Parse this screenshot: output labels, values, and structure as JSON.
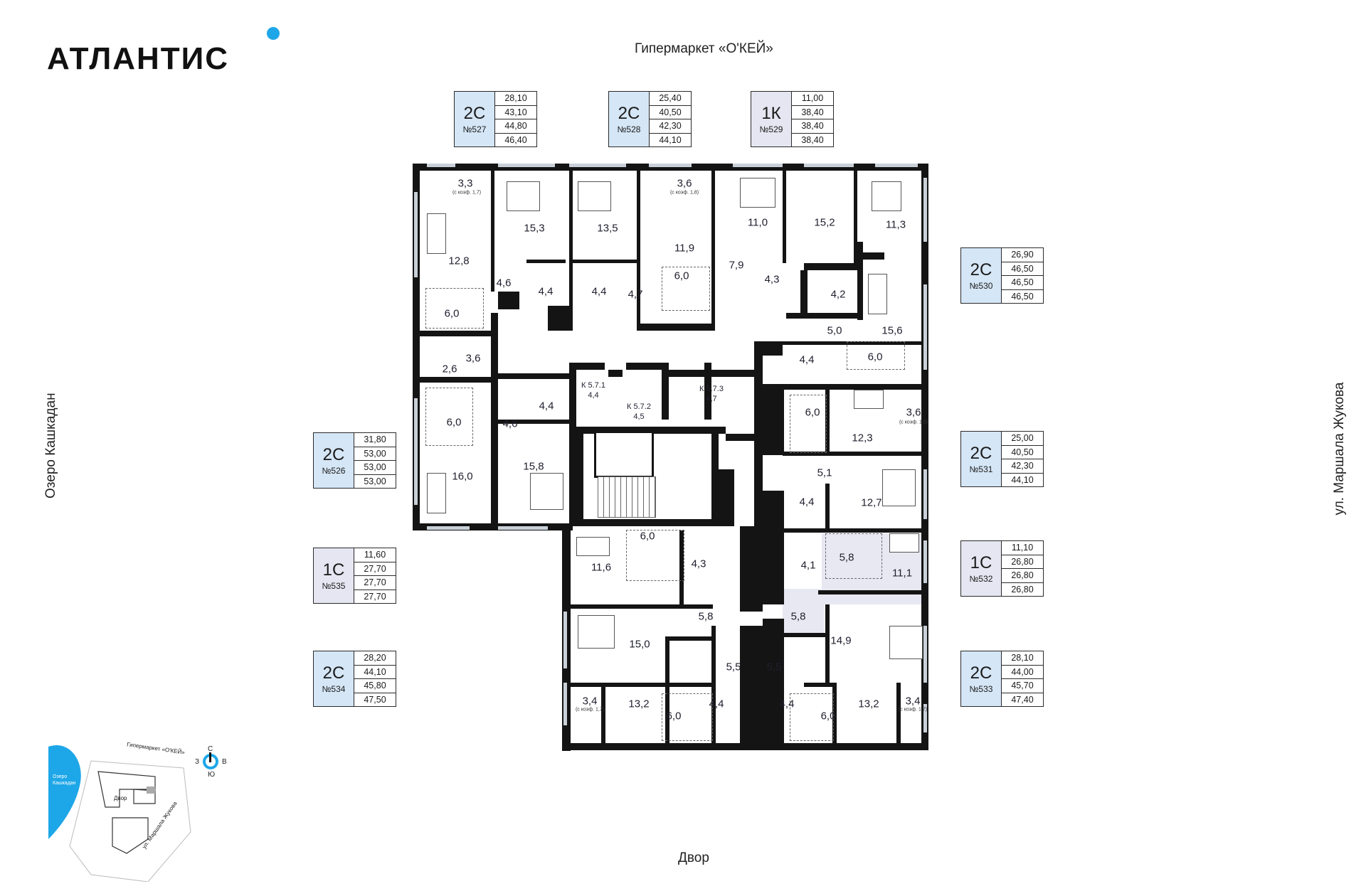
{
  "brand": {
    "name": "АТЛАНТИС"
  },
  "labels": {
    "top": "Гипермаркет «О'КЕЙ»",
    "bottom": "Двор",
    "left": "Озеро Кашкадан",
    "right": "ул. Маршала Жукова"
  },
  "apartments": [
    {
      "type": "2С",
      "number": "№527",
      "areas": [
        "28,10",
        "43,10",
        "44,80",
        "46,40"
      ]
    },
    {
      "type": "2С",
      "number": "№528",
      "areas": [
        "25,40",
        "40,50",
        "42,30",
        "44,10"
      ]
    },
    {
      "type": "1К",
      "number": "№529",
      "areas": [
        "11,00",
        "38,40",
        "38,40",
        "38,40"
      ]
    },
    {
      "type": "2С",
      "number": "№530",
      "areas": [
        "26,90",
        "46,50",
        "46,50",
        "46,50"
      ]
    },
    {
      "type": "2С",
      "number": "№531",
      "areas": [
        "25,00",
        "40,50",
        "42,30",
        "44,10"
      ]
    },
    {
      "type": "1С",
      "number": "№532",
      "areas": [
        "11,10",
        "26,80",
        "26,80",
        "26,80"
      ]
    },
    {
      "type": "2С",
      "number": "№533",
      "areas": [
        "28,10",
        "44,00",
        "45,70",
        "47,40"
      ]
    },
    {
      "type": "2С",
      "number": "№534",
      "areas": [
        "28,20",
        "44,10",
        "45,80",
        "47,50"
      ]
    },
    {
      "type": "1С",
      "number": "№535",
      "areas": [
        "11,60",
        "27,70",
        "27,70",
        "27,70"
      ]
    },
    {
      "type": "2С",
      "number": "№526",
      "areas": [
        "31,80",
        "53,00",
        "53,00",
        "53,00"
      ]
    }
  ],
  "rooms": [
    "3,3",
    "15,3",
    "13,5",
    "3,6",
    "11,0",
    "15,2",
    "11,3",
    "12,8",
    "11,9",
    "4,6",
    "4,4",
    "4,4",
    "4,7",
    "6,0",
    "7,9",
    "4,3",
    "4,2",
    "6,0",
    "5,0",
    "15,6",
    "4,4",
    "6,0",
    "2,6",
    "3,6",
    "6,0",
    "4,4",
    "4,6",
    "15,8",
    "16,0",
    "6,0",
    "12,3",
    "3,6",
    "5,1",
    "4,4",
    "12,7",
    "6,0",
    "11,6",
    "4,3",
    "4,1",
    "5,8",
    "11,1",
    "5,8",
    "5,8",
    "15,0",
    "14,9",
    "5,5",
    "5,5",
    "3,4",
    "13,2",
    "6,0",
    "4,4",
    "4,4",
    "6,0",
    "13,2",
    "3,4"
  ],
  "room_notes": [
    "(с коэф. 1,7)",
    "(с коэф. 1,8)",
    "(с коэф. 1,8)",
    "(с коэф. 1,7)",
    "(с коэф. 1,7)"
  ],
  "corridors": [
    {
      "id": "К 5.7.1",
      "area": "4,4"
    },
    {
      "id": "К 5.7.2",
      "area": "4,5"
    },
    {
      "id": "К 5.7.3",
      "area": "4,7"
    }
  ],
  "minimap": {
    "hypermarket": "Гипермаркет «О'КЕЙ»",
    "lake": "Озеро Кашкадан",
    "yard": "Двор",
    "street": "ул. Маршала Жукова",
    "compass": {
      "n": "С",
      "s": "Ю",
      "w": "З",
      "e": "В"
    }
  },
  "colors": {
    "accent": "#1ea7e8",
    "two_room": "#d5e6f6",
    "one_room": "#e5e6f1",
    "wall": "#141414"
  }
}
